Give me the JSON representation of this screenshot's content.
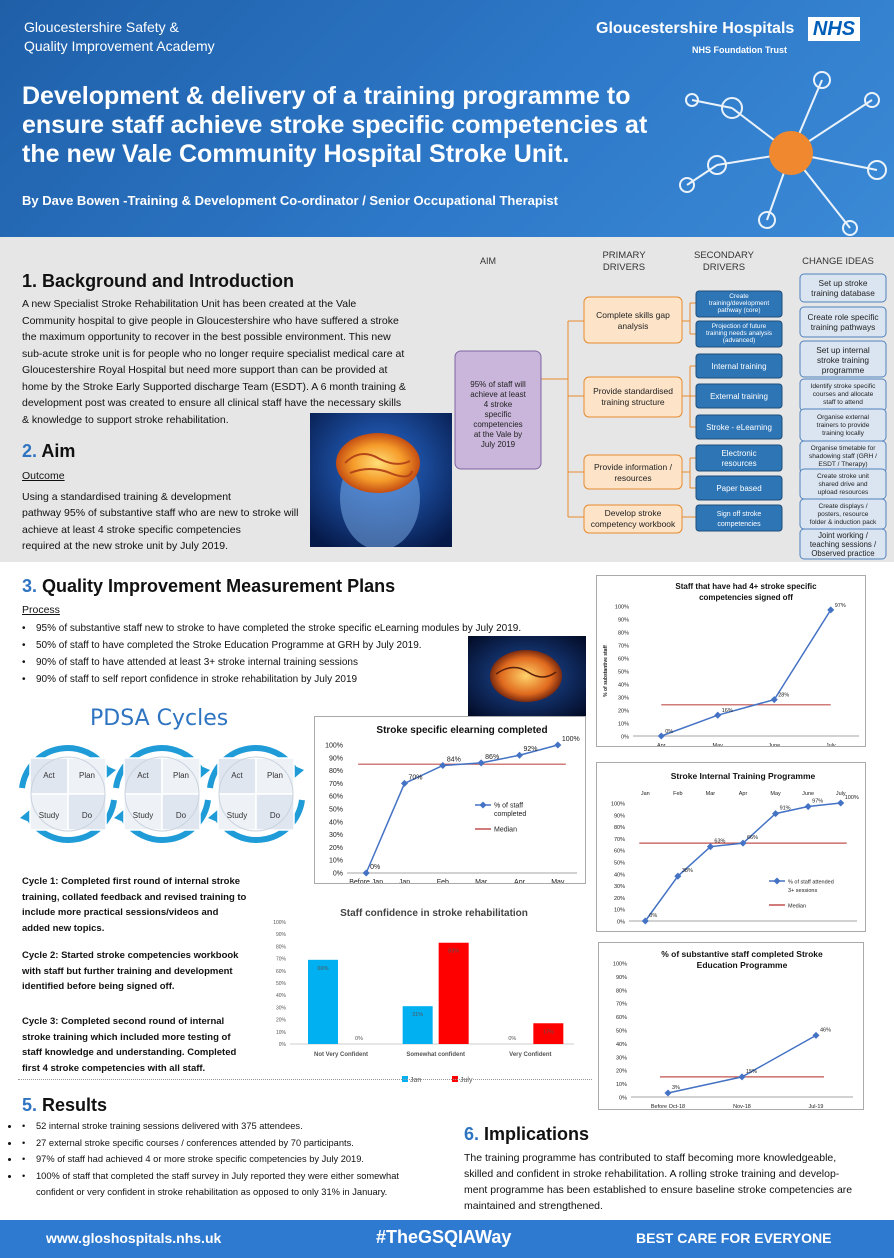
{
  "header": {
    "academy_line1": "Gloucestershire Safety &",
    "academy_line2": "Quality Improvement Academy",
    "trust_name": "Gloucestershire Hospitals",
    "nhs": "NHS",
    "trust_sub": "NHS Foundation Trust",
    "title": "Development & delivery of a training programme to ensure staff achieve stroke specific competencies at the new Vale Community Hospital Stroke Unit.",
    "author": "By Dave Bowen -Training & Development Co-ordinator / Senior Occupational Therapist"
  },
  "s1": {
    "num": "1.",
    "title": "Background and Introduction",
    "lines": [
      "A new Specialist Stroke Rehabilitation Unit has been created at the Vale",
      "Community hospital to give people in Gloucestershire who have suffered a stroke",
      "the maximum opportunity to recover in the best possible environment. This new",
      "sub-acute stroke unit is for people who no longer require specialist medical care at",
      "Gloucestershire Royal Hospital but need more support than can be provided at",
      "home by the Stroke Early Supported discharge Team (ESDT). A 6 month training &",
      "development post was created to ensure all clinical staff have the necessary skills",
      "& knowledge to support stroke rehabilitation."
    ]
  },
  "s2": {
    "num": "2.",
    "title": "Aim",
    "outcome": "Outcome",
    "lines": [
      "Using a standardised training & development",
      "pathway 95% of  substantive staff  who are new to stroke will",
      "achieve at least 4 stroke specific competencies",
      "required at the new stroke unit by July 2019."
    ]
  },
  "driver": {
    "h_aim": "AIM",
    "h_primary": [
      "PRIMARY",
      "DRIVERS"
    ],
    "h_secondary": [
      "SECONDARY",
      "DRIVERS"
    ],
    "h_change": "CHANGE IDEAS",
    "aim": [
      "95% of staff will",
      "achieve at least",
      "4 stroke",
      "specific",
      "competencies",
      "at the Vale by",
      "July 2019"
    ],
    "primary": [
      [
        "Complete skills gap",
        "analysis"
      ],
      [
        "Provide standardised",
        "training structure"
      ],
      [
        "Provide information /",
        "resources"
      ],
      [
        "Develop stroke",
        "competency workbook"
      ]
    ],
    "secondary": [
      [
        "Create",
        "training/development",
        "pathway  (core)"
      ],
      [
        "Projection of future",
        "training needs analysis",
        "(advanced)"
      ],
      [
        "Internal training"
      ],
      [
        "External training"
      ],
      [
        "Stroke - eLearning"
      ],
      [
        "Electronic",
        "resources"
      ],
      [
        "Paper based"
      ],
      [
        "Sign off stroke",
        "competencies"
      ]
    ],
    "change": [
      [
        "Set up stroke",
        "training database"
      ],
      [
        "Create role specific",
        "training pathways"
      ],
      [
        "Set up internal",
        "stroke training",
        "programme"
      ],
      [
        "Identify stroke specific",
        "courses and allocate",
        "staff to attend"
      ],
      [
        "Organise external",
        "trainers to provide",
        "training locally"
      ],
      [
        "Organise timetable for",
        "shadowing staff (GRH /",
        "ESDT / Therapy)"
      ],
      [
        "Create stroke unit",
        "shared drive and",
        "upload resources"
      ],
      [
        "Create displays /",
        "posters, resource",
        "folder & induction pack"
      ],
      [
        "Joint working /",
        "teaching sessions /",
        "Observed practice"
      ]
    ]
  },
  "s3": {
    "num": "3.",
    "title": "Quality Improvement Measurement Plans",
    "process": "Process",
    "bullets": [
      "95% of substantive staff new to stroke to have completed the stroke specific eLearning modules by July 2019.",
      "50% of staff to have completed the Stroke Education Programme at GRH by July 2019.",
      "90% of staff to have attended at least 3+ stroke internal training sessions",
      "90% of staff to self report confidence in stroke rehabilitation by July 2019"
    ]
  },
  "pdsa": {
    "title": "PDSA Cycles",
    "act": "Act",
    "plan": "Plan",
    "study": "Study",
    "do": "Do",
    "cycles": [
      [
        "Cycle 1: Completed first round of internal stroke",
        "training, collated feedback and revised training to",
        "include more practical sessions/videos and",
        "added new topics."
      ],
      [
        "Cycle 2: Started stroke competencies workbook",
        "with staff but further training and development",
        "identified before being signed off."
      ],
      [
        "Cycle 3: Completed second round of internal",
        "stroke training which included more testing of",
        "staff knowledge and understanding. Completed",
        "first 4 stroke competencies with all staff."
      ]
    ]
  },
  "s5": {
    "num": "5.",
    "title": "Results",
    "bullets": [
      [
        "52 internal stroke training sessions delivered with 375 attendees."
      ],
      [
        "27 external stroke specific courses / conferences attended by 70 participants."
      ],
      [
        "97% of staff had achieved 4 or more stroke specific competencies by July 2019."
      ],
      [
        "100% of staff that completed the staff survey in July reported they were either somewhat",
        "confident  or very confident in stroke rehabilitation as opposed to only 31% in January."
      ]
    ]
  },
  "s6": {
    "num": "6.",
    "title": "Implications",
    "lines": [
      "The training programme has contributed to staff becoming more knowledgeable,",
      "skilled and confident in stroke rehabilitation.  A rolling stroke training  and develop-",
      "ment programme has been established to ensure baseline stroke competencies are",
      "maintained and strengthened."
    ]
  },
  "footer": {
    "url": "www.gloshospitals.nhs.uk",
    "hashtag": "#TheGSQIAWay",
    "motto": "BEST CARE FOR EVERYONE"
  },
  "colors": {
    "header_blue": "#2d78c8",
    "section_num": "#2e74c0",
    "driver_orange_fill": "#fde4c9",
    "driver_orange_border": "#e58a2e",
    "driver_blue_fill": "#2e75b6",
    "aim_purple": "#c9b6da",
    "change_fill": "#dbe5f1",
    "line_blue": "#4472c4",
    "median_red": "#c0504d",
    "bar_jan": "#00b0f0",
    "bar_july": "#ff0000"
  },
  "chart_data": [
    {
      "type": "line",
      "title": "Staff that have had 4+ stroke specific competencies signed off",
      "ylabel": "% of substantive staff",
      "categories": [
        "Apr",
        "May",
        "June",
        "July"
      ],
      "series": [
        {
          "values": [
            0,
            16,
            28,
            97
          ]
        }
      ],
      "median": 24,
      "ylim": [
        0,
        100
      ],
      "yticks": [
        "0%",
        "10%",
        "20%",
        "30%",
        "40%",
        "50%",
        "60%",
        "70%",
        "80%",
        "90%",
        "100%"
      ],
      "data_labels": [
        "0%",
        "16%",
        "28%",
        "97%"
      ]
    },
    {
      "type": "line",
      "title": "Stroke specific elearning completed",
      "categories": [
        "Before Jan",
        "Jan",
        "Feb",
        "Mar",
        "Apr",
        "May"
      ],
      "series": [
        {
          "name": "% of staff completed",
          "values": [
            0,
            70,
            84,
            86,
            92,
            100
          ]
        },
        {
          "name": "Median",
          "values": [
            85,
            85,
            85,
            85,
            85,
            85
          ]
        }
      ],
      "legend": [
        "% of staff",
        "completed",
        "Median"
      ],
      "ylim": [
        0,
        100
      ],
      "yticks": [
        "0%",
        "10%",
        "20%",
        "30%",
        "40%",
        "50%",
        "60%",
        "70%",
        "80%",
        "90%",
        "100%"
      ],
      "data_labels": [
        "0%",
        "70%",
        "84%",
        "86%",
        "92%",
        "100%"
      ]
    },
    {
      "type": "line",
      "title": "Stroke Internal Training Programme",
      "categories": [
        "Jan",
        "Feb",
        "Mar",
        "Apr",
        "May",
        "June",
        "July"
      ],
      "series": [
        {
          "name": "% of staff attended 3+ sessions",
          "values": [
            0,
            38,
            63,
            66,
            91,
            97,
            100
          ]
        },
        {
          "name": "Median",
          "values": [
            66,
            66,
            66,
            66,
            66,
            66,
            66
          ]
        }
      ],
      "legend": [
        "% of staff attended",
        "3+ sessions",
        "Median"
      ],
      "ylim": [
        0,
        100
      ],
      "yticks": [
        "0%",
        "10%",
        "20%",
        "30%",
        "40%",
        "50%",
        "60%",
        "70%",
        "80%",
        "90%",
        "100%"
      ],
      "data_labels": [
        "0%",
        "38%",
        "63%",
        "66%",
        "91%",
        "97%",
        "100%"
      ]
    },
    {
      "type": "bar",
      "title": "Staff confidence in stroke rehabilitation",
      "categories": [
        "Not Very Confident",
        "Somewhat confident",
        "Very Confident"
      ],
      "series": [
        {
          "name": "Jan",
          "values": [
            69,
            31,
            0
          ]
        },
        {
          "name": "July",
          "values": [
            0,
            83,
            17
          ]
        }
      ],
      "ylim": [
        0,
        100
      ],
      "yticks": [
        "0%",
        "10%",
        "20%",
        "30%",
        "40%",
        "50%",
        "60%",
        "70%",
        "80%",
        "90%",
        "100%"
      ],
      "data_labels": [
        [
          "69%",
          "31%",
          "0%"
        ],
        [
          "0%",
          "83%",
          "17%"
        ]
      ]
    },
    {
      "type": "line",
      "title": "% of substantive  staff completed Stroke Education Programme",
      "categories": [
        "Before Oct-18",
        "Nov-18",
        "Jul-19"
      ],
      "series": [
        {
          "values": [
            3,
            15,
            46
          ]
        }
      ],
      "median": 15,
      "ylim": [
        0,
        100
      ],
      "yticks": [
        "0%",
        "10%",
        "20%",
        "30%",
        "40%",
        "50%",
        "60%",
        "70%",
        "80%",
        "90%",
        "100%"
      ],
      "data_labels": [
        "3%",
        "15%",
        "46%"
      ]
    }
  ]
}
